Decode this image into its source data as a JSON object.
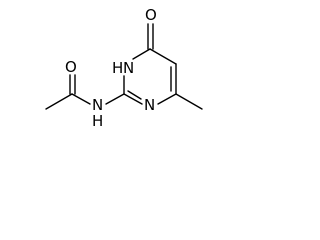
{
  "molecule": {
    "atoms": {
      "carbonyl_oxygen_ring": "O",
      "ring_nitrogen_h": "N",
      "ring_nh_hydrogen": "H",
      "ring_nitrogen": "N",
      "amide_oxygen": "O",
      "amide_nitrogen": "N",
      "amide_nh_hydrogen": "H"
    }
  }
}
